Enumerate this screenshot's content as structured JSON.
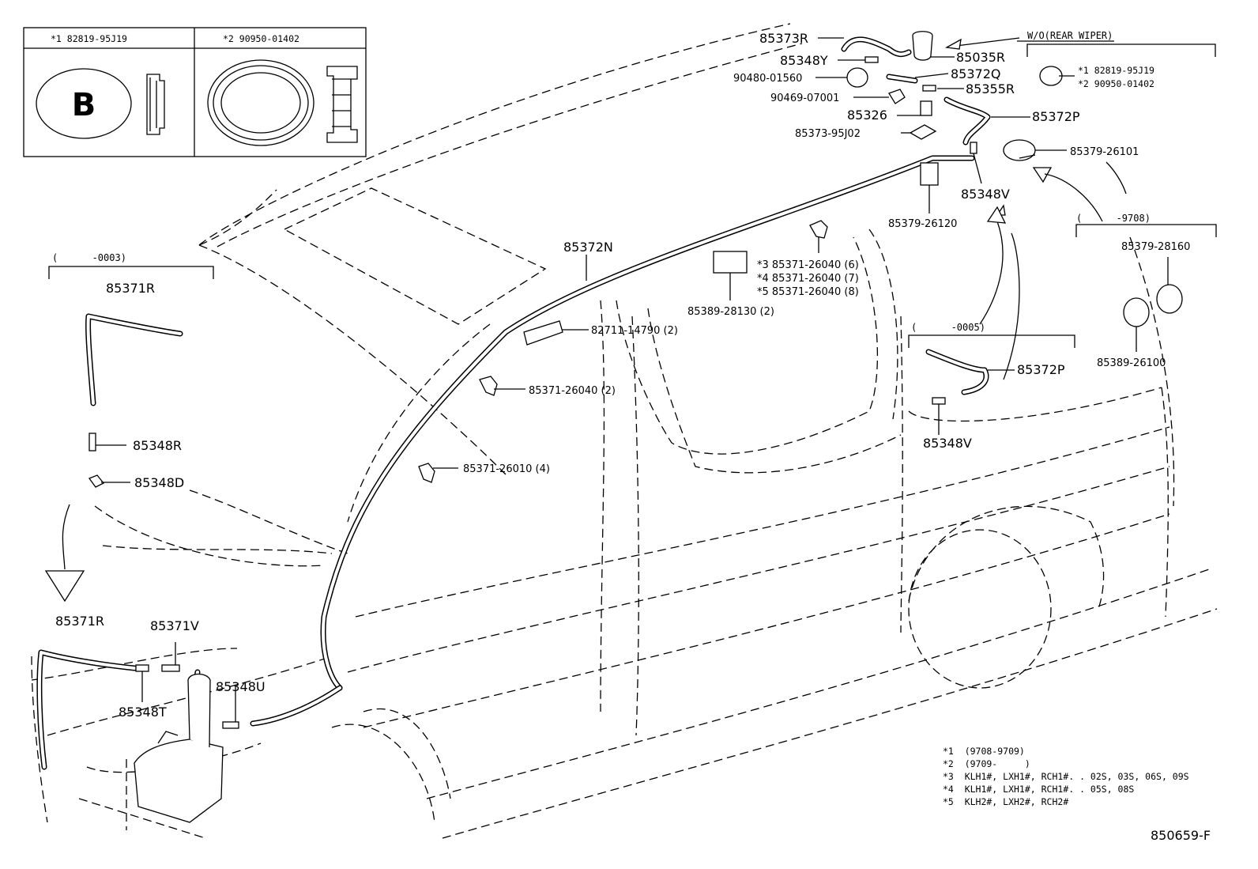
{
  "inset": {
    "col1": "*1 82819-95J19",
    "col2": "*2 90950-01402",
    "badge": "B"
  },
  "labels": {
    "l85373R": "85373R",
    "l85348Y": "85348Y",
    "l90480": "90480-01560",
    "l90469": "90469-07001",
    "l85326": "85326",
    "l85373_95J02": "85373-95J02",
    "l85035R": "85035R",
    "l85372Q": "85372Q",
    "l85355R": "85355R",
    "l85372P_top": "85372P",
    "l85379_26101": "85379-26101",
    "l85348V_top": "85348V",
    "l85379_26120": "85379-26120",
    "l85372N": "85372N",
    "l85371_26040_s3": "*3 85371-26040 (6)",
    "l85371_26040_s4": "*4 85371-26040 (7)",
    "l85371_26040_s5": "*5 85371-26040 (8)",
    "l85389_28130": "85389-28130 (2)",
    "l82711": "82711-14790 (2)",
    "l85371_26040_2": "85371-26040 (2)",
    "l85371_26010": "85371-26010 (4)",
    "l85372P_mid": "85372P",
    "l85348V_mid": "85348V",
    "l85371R_top": "85371R",
    "l85348R": "85348R",
    "l85348D": "85348D",
    "l85371R_bot": "85371R",
    "l85371V": "85371V",
    "l85348U": "85348U",
    "l85348T": "85348T",
    "l85379_28160": "85379-28160",
    "l85389_26100": "85389-26100",
    "wo_title": "W/O(REAR WIPER)",
    "wo_s1": "*1 82819-95J19",
    "wo_s2": "*2 90950-01402",
    "range_0003": "(      -0003)",
    "range_0005": "(      -0005)",
    "range_9708": "(      -9708)",
    "figure_code": "850659-F"
  },
  "footnotes": [
    "*1  (9708-9709)",
    "*2  (9709-     )",
    "*3  KLH1#, LXH1#, RCH1#. . 02S, 03S, 06S, 09S",
    "*4  KLH1#, LXH1#, RCH1#. . 05S, 08S",
    "*5  KLH2#, LXH2#, RCH2#"
  ]
}
